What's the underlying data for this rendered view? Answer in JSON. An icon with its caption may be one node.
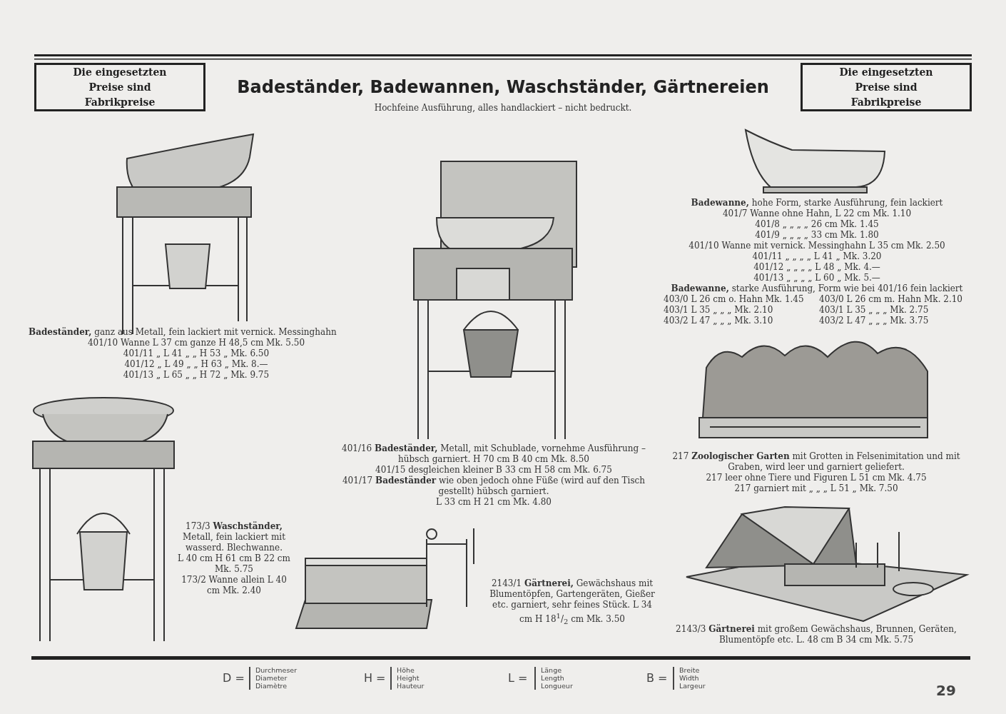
{
  "diagram": {
    "title": "Badeständer, Badewannen, Waschständer, Gärtnereien",
    "nodes": [
      {
        "text": [
          "Die eingesetzten Preise sind Fabrikpreise"
        ]
      },
      {
        "text": [
          "Die eingesetzten Preise sind Fabrikpreise"
        ]
      }
    ],
    "labels": [
      "Hochfeine Ausführung, alles handlackiert – nicht bedruckt.",
      "**Badeständer,** ganz aus Metall, fein lackiert mit vernick. Messinghahn",
      "401/10 Wanne L 37 cm ganze H 48,5 cm Mk. 5.50",
      "401/11 „ L 41 „ „ H 53 „ Mk. 6.50",
      "401/12 „ L 49 „ „ H 63 „ Mk. 8.—",
      "401/13 „ L 65 „ „ H 72 „ Mk. 9.75",
      "**Badewanne,** hohe Form, starke Ausführung, fein lackiert",
      "401/7 Wanne ohne Hahn, L 22 cm Mk. 1.10",
      "401/8 „ „ „ „ 26 cm Mk. 1.45",
      "401/9 „ „ „ „ 33 cm Mk. 1.80",
      "401/10 Wanne mit vernick. Messinghahn L 35 cm Mk. 2.50",
      "401/11 „ „ „ „ L 41 „ Mk. 3.20",
      "401/12 „ „ „ „ L 48 „ Mk. 4.—",
      "401/13 „ „ „ „ L 60 „ Mk. 5.—",
      "**Badewanne,** starke Ausführung, Form wie bei 401/16 fein lackiert",
      "403/0 L 26 cm o. Hahn Mk. 1.45",
      "403/0 L 26 cm m. Hahn Mk. 2.10",
      "403/1 L 35 „ „ „ Mk. 2.10",
      "403/1 L 35 „ „ „ Mk. 2.75",
      "403/2 L 47 „ „ „ Mk. 3.10",
      "403/2 L 47 „ „ „ Mk. 3.75",
      "401/16 **Badeständer,** Metall, mit Schublade, vornehme Ausführung – hübsch garniert. H 70 cm B 40 cm Mk. 8.50",
      "401/15 desgleichen kleiner B 33 cm H 58 cm Mk. 6.75",
      "401/17 **Badeständer** wie oben jedoch ohne Füße (wird auf den Tisch gestellt) hübsch garniert.",
      "L 33 cm H 21 cm Mk. 4.80",
      "217 **Zoologischer Garten** mit Grotten in Felsenimitation und mit Graben, wird leer und garniert geliefert.",
      "217 leer ohne Tiere und Figuren L 51 cm Mk. 4.75",
      "217 garniert mit „ „ „ L 51 „ Mk. 7.50",
      "173/3 **Waschständer,** Metall, fein lackiert mit wasserd. Blechwanne.",
      "L 40 cm H 61 cm B 22 cm Mk. 5.75",
      "173/2 Wanne allein L 40 cm Mk. 2.40",
      "2143/1 **Gärtnerei,** Gewächshaus mit Blumentöpfen, Gartengeräten, Gießer etc. garniert, sehr feines Stück. L 34 cm H 18$^{1}$/$_{2}$ cm Mk. 3.50",
      "2143/3 **Gärtnerei** mit großem Gewächshaus, Brunnen, Geräten, Blumentöpfe etc. L. 48 cm B 34 cm Mk. 5.75",
      "D =",
      "Durchmeser",
      "Diameter",
      "Diamètre",
      "H =",
      "Höhe",
      "Height",
      "Hauteur",
      "L =",
      "Länge",
      "Length",
      "Longueur",
      "B =",
      "Breite",
      "Width",
      "Largeur",
      "29"
    ]
  }
}
